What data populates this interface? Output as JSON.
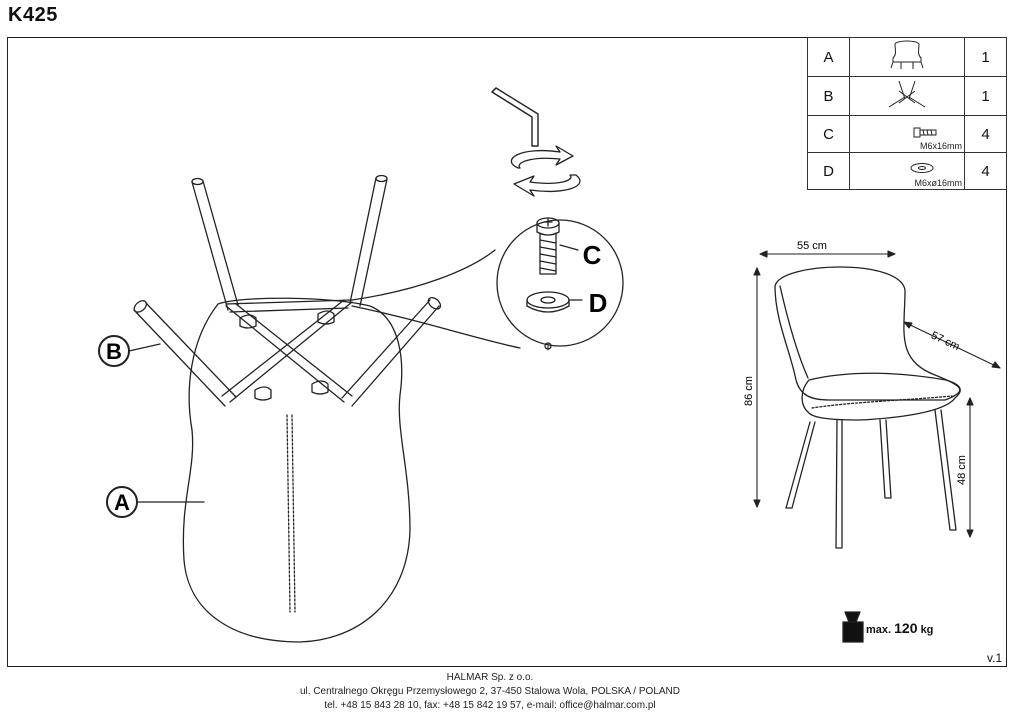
{
  "header": {
    "model": "K425"
  },
  "parts": [
    {
      "letter": "A",
      "icon": "chair-seat-icon",
      "spec": "",
      "qty": "1"
    },
    {
      "letter": "B",
      "icon": "leg-frame-icon",
      "spec": "",
      "qty": "1"
    },
    {
      "letter": "C",
      "icon": "bolt-icon",
      "spec": "M6x16mm",
      "qty": "4"
    },
    {
      "letter": "D",
      "icon": "washer-icon",
      "spec": "M6xø16mm",
      "qty": "4"
    }
  ],
  "callouts": {
    "a": "A",
    "b": "B",
    "c": "C",
    "d": "D"
  },
  "dimensions": {
    "width": "55 cm",
    "depth": "57 cm",
    "height": "86 cm",
    "seat_height": "48 cm"
  },
  "load": {
    "prefix": "max.",
    "value": "120",
    "unit": "kg"
  },
  "version": "v.1",
  "footer": {
    "company": "HALMAR Sp. z o.o.",
    "address": "ul. Centralnego Okręgu Przemysłowego 2, 37-450 Stalowa Wola, POLSKA / POLAND",
    "contact": "tel. +48 15 843 28 10, fax: +48 15 842 19 57, e-mail: office@halmar.com.pl"
  }
}
